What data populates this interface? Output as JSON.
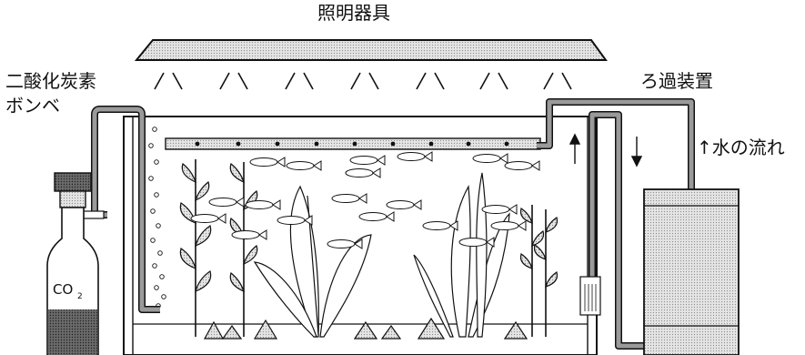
{
  "labels": {
    "lighting": "照明器具",
    "co2_cylinder_line1": "二酸化炭素",
    "co2_cylinder_line2": "ボンベ",
    "filter": "ろ過装置",
    "water_flow": "↑水の流れ"
  },
  "cylinder": {
    "label_main": "CO",
    "label_sub": "2"
  },
  "colors": {
    "ink": "#111111",
    "lamp": "#d6d6d6",
    "pipe": "#9a9a9a",
    "tank_glass": "#ffffff",
    "filter_body": "#dcdcdc",
    "cylinder_dark": "#3a3a3a",
    "cylinder_light": "#bdbdbd"
  },
  "icons": [
    "light-ray-icon",
    "flow-arrow-up-icon",
    "flow-arrow-down-icon",
    "fish-icon",
    "plant-icon",
    "bubble-icon"
  ]
}
